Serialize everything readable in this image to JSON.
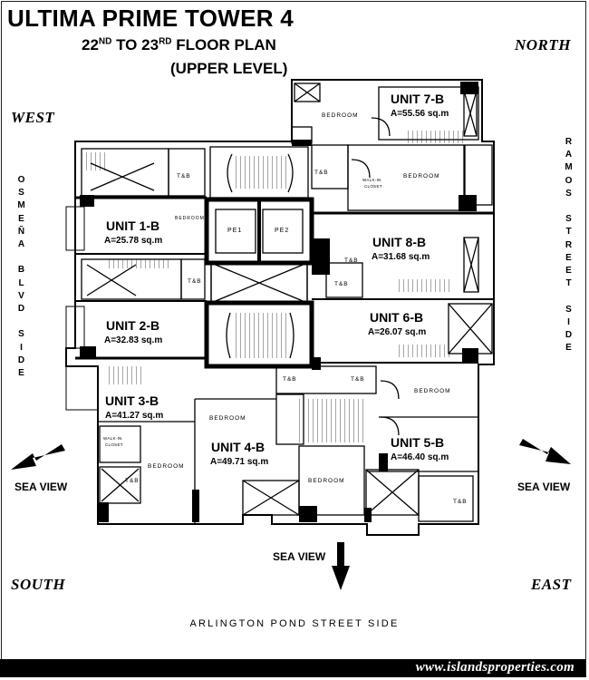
{
  "title": "ULTIMA PRIME TOWER 4",
  "subtitle": {
    "from_num": "22",
    "from_sup": "ND",
    "to_word": "TO",
    "to_num": "23",
    "to_sup": "RD",
    "tail": "FLOOR PLAN",
    "level": "(UPPER LEVEL)"
  },
  "compass": {
    "north": "NORTH",
    "west": "WEST",
    "south": "SOUTH",
    "east": "EAST"
  },
  "sides": {
    "left": [
      "O",
      "S",
      "M",
      "E",
      "Ñ",
      "A",
      "",
      "B",
      "L",
      "V",
      "D",
      "",
      "S",
      "I",
      "D",
      "E"
    ],
    "right": [
      "R",
      "A",
      "M",
      "O",
      "S",
      "",
      "S",
      "T",
      "R",
      "E",
      "E",
      "T",
      "",
      "S",
      "I",
      "D",
      "E"
    ],
    "bottom": "ARLINGTON POND STREET SIDE"
  },
  "sea_view": {
    "left": "SEA VIEW",
    "right": "SEA VIEW",
    "bottom": "SEA VIEW"
  },
  "units": [
    {
      "name": "UNIT 7-B",
      "area": "A=55.56 sq.m"
    },
    {
      "name": "UNIT 1-B",
      "area": "A=25.78 sq.m"
    },
    {
      "name": "UNIT 8-B",
      "area": "A=31.68 sq.m"
    },
    {
      "name": "UNIT 2-B",
      "area": "A=32.83 sq.m"
    },
    {
      "name": "UNIT 6-B",
      "area": "A=26.07 sq.m"
    },
    {
      "name": "UNIT 3-B",
      "area": "A=41.27 sq.m"
    },
    {
      "name": "UNIT 4-B",
      "area": "A=49.71 sq.m"
    },
    {
      "name": "UNIT 5-B",
      "area": "A=46.40 sq.m"
    }
  ],
  "rooms": {
    "bedroom": "BEDROOM",
    "tb": "T&B",
    "walkin": "WALK-IN",
    "closet": "CLOSET",
    "pe1": "PE1",
    "pe2": "PE2"
  },
  "footer": "www.islandsproperties.com"
}
